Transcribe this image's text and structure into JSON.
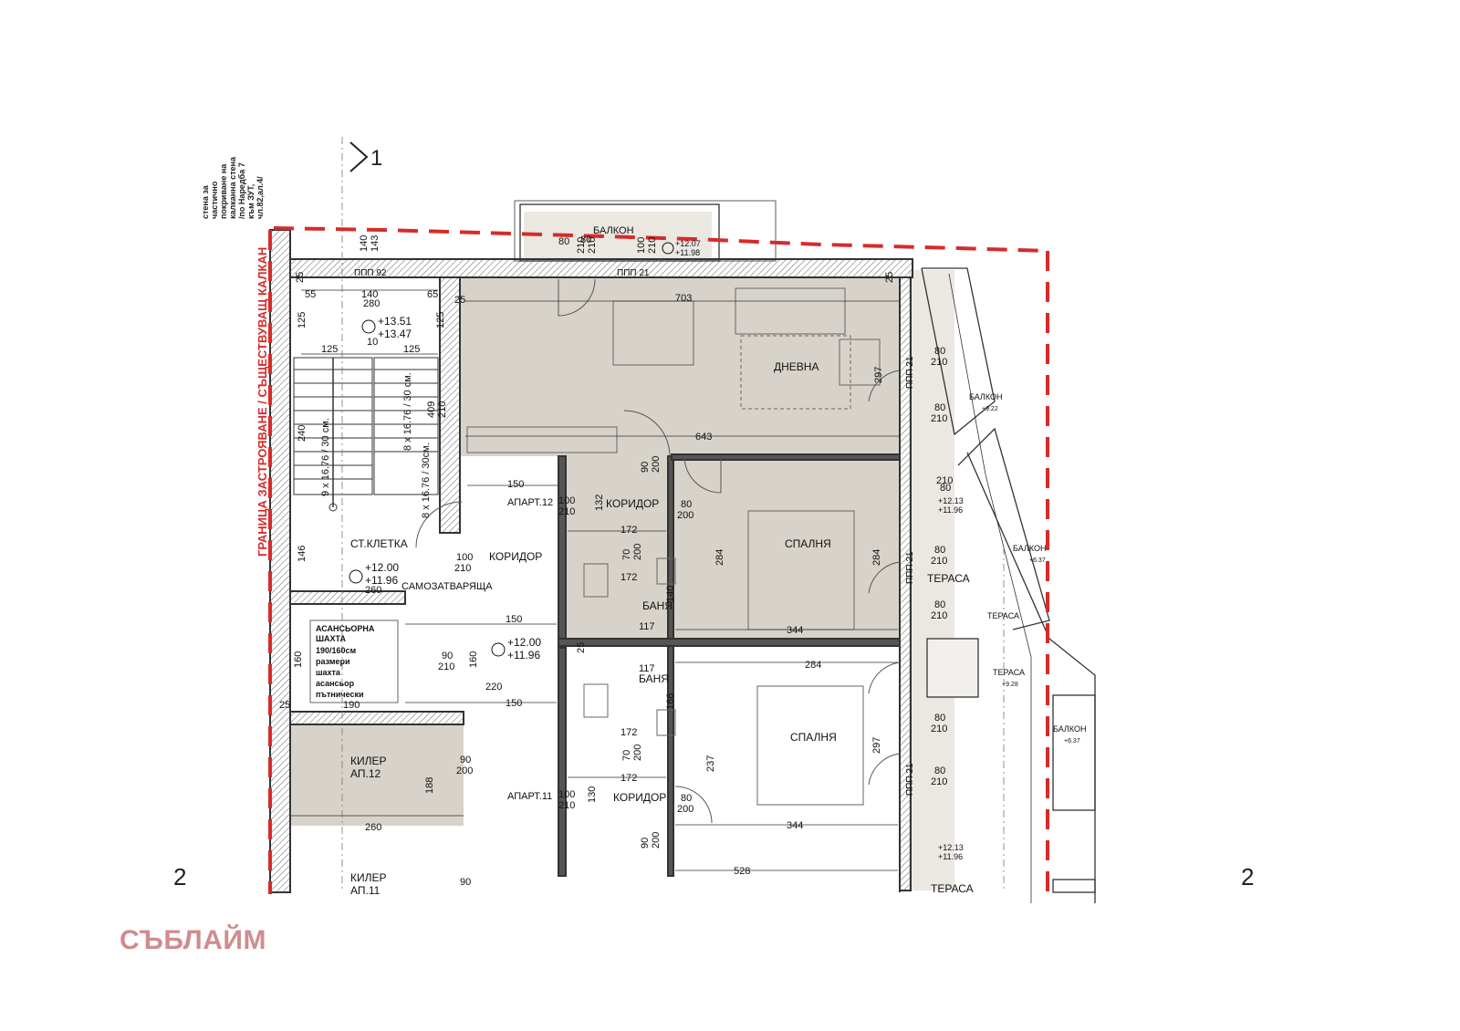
{
  "colors": {
    "room_fill": "#d8d3ca",
    "wall": "#333333",
    "boundary": "#d62b2b",
    "brand": "#cf8d8d",
    "terrace_fill": "#ebe8e2"
  },
  "brand": "СЪБЛАЙМ",
  "section_markers": {
    "top": "1",
    "left": "2",
    "right": "2"
  },
  "boundary_label": "ГРАНИЦА ЗАСТРОЯВАНЕ / СЪЩЕСТВУВАЩ КАЛКАН",
  "wall_note": [
    "стена за",
    "частично",
    "покриване на",
    "калканна стена",
    "/по Наредба 7",
    "към ЗУТ,",
    "чл.82,ал.4/"
  ],
  "rooms": {
    "living": "ДНЕВНА",
    "bedroom_top": "СПАЛНЯ",
    "bedroom_bottom": "СПАЛНЯ",
    "bath_top": "БАНЯ",
    "bath_bottom": "БАНЯ",
    "corridor_ap12": "КОРИДОР",
    "corridor_main": "КОРИДОР",
    "corridor_ap11": "КОРИДОР",
    "stair": "СТ.КЛЕТКА",
    "self_closing": "САМОЗАТВАРЯЩА",
    "terrace1": "ТЕРАСА",
    "terrace2": "ТЕРАСА",
    "terrace3": "ТЕРАСА",
    "terrace_small1": "ТЕРАСА",
    "terrace_small2": "ТЕРАСА",
    "balcony_top": "БАЛКОН",
    "balcony_r1": "БАЛКОН",
    "balcony_r2": "БАЛКОН",
    "balcony_r3": "БАЛКОН",
    "storage12": [
      "КИЛЕР",
      "АП.12"
    ],
    "storage11": [
      "КИЛЕР",
      "АП.11"
    ],
    "apt12": "АПАРТ.12",
    "apt11": "АПАРТ.11",
    "elevator": [
      "АСАНСЬОРНА",
      "ШАХТА",
      "190/160см",
      "размери",
      "шахта",
      "асансьор",
      "пътнически"
    ]
  },
  "levels": {
    "stair_top": [
      "+13.51",
      "+13.47"
    ],
    "stair_floor": [
      "+12.00",
      "+11.96"
    ],
    "lobby": [
      "+12.00",
      "+11.96"
    ],
    "balcony_top": [
      "+12.07",
      "+11.98"
    ],
    "terrace1": [
      "+12.13",
      "+11.96"
    ],
    "terrace3": [
      "+12.13",
      "+11.96"
    ],
    "balcony_r1": "+9.22",
    "balcony_r2": "+6.37",
    "terrace_small": "+9.28",
    "balcony_r3": "+6.37"
  },
  "stairs": {
    "flight1": "9 x 16.76 / 30 см.",
    "flight2": "8 x 16.76 / 30 см.",
    "flight3": "8 x 16.76 / 30см."
  },
  "windows": {
    "w1": "ППП 92",
    "w2": "ППП 21",
    "w3": "ППП 21",
    "w4": "ППП 21",
    "w5": "ППП 21"
  },
  "dims": {
    "d140a": "140",
    "d143": "143",
    "d55": "55",
    "d140b": "140",
    "d65": "65",
    "d280": "280",
    "d25a": "25",
    "d25b": "25",
    "d25c": "25",
    "d125a": "125",
    "d125b": "125",
    "d125c": "125",
    "d125d": "125",
    "d10": "10",
    "d240": "240",
    "d409": "409",
    "d210a": "210",
    "d703": "703",
    "d643": "643",
    "d297a": "297",
    "d80a": "80",
    "d210b": "210",
    "d80b": "80",
    "d210c": "210",
    "d90a": "90",
    "d200a": "200",
    "d150a": "150",
    "d100a": "100",
    "d210d": "210",
    "d132": "132",
    "d80c": "80",
    "d200b": "200",
    "d172a": "172",
    "d70a": "70",
    "d200c": "200",
    "d172b": "172",
    "d140c": "140",
    "d117a": "117",
    "d284a": "284",
    "d284b": "284",
    "d344a": "344",
    "d80d": "80",
    "d210e": "210",
    "d80e": "80",
    "d210f": "210",
    "d146": "146",
    "d100b": "100",
    "d210g": "210",
    "d260a": "260",
    "d150b": "150",
    "d90b": "90",
    "d210h": "210",
    "d160a": "160",
    "d160b": "160",
    "d190": "190",
    "d220": "220",
    "d150c": "150",
    "d25d": "25",
    "d25e": "25",
    "d117b": "117",
    "d166": "166",
    "d284c": "284",
    "d172c": "172",
    "d70b": "70",
    "d200d": "200",
    "d237": "237",
    "d297b": "297",
    "d80f": "80",
    "d210i": "210",
    "d80g": "80",
    "d210j": "210",
    "d90c": "90",
    "d200e": "200",
    "d188": "188",
    "d260b": "260",
    "d100c": "100",
    "d210k": "210",
    "d130": "130",
    "d172d": "172",
    "d80h": "80",
    "d200f": "200",
    "d90d": "90",
    "d200g": "200",
    "d344b": "344",
    "d528": "528",
    "d90e": "90",
    "d80i": "80",
    "d210l": "210",
    "d80j": "80",
    "d210m": "210",
    "d100d": "100",
    "d210n": "210",
    "d80k": "80",
    "d210o": "210"
  }
}
